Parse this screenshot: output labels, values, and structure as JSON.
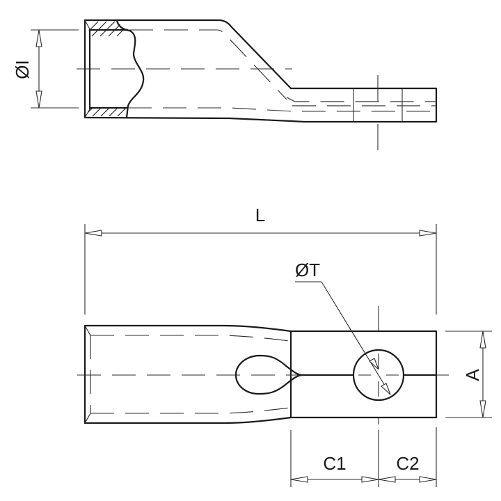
{
  "drawing": {
    "subject": "Cable lug technical drawing",
    "views": [
      "side-section-view",
      "top-view"
    ],
    "dimensions": {
      "inner_diameter": "ØI",
      "length": "L",
      "hole_diameter": "ØT",
      "width": "A",
      "hole_offset_1": "C1",
      "hole_offset_2": "C2"
    },
    "colors": {
      "line": "#1a1a1a",
      "background": "#ffffff"
    }
  }
}
